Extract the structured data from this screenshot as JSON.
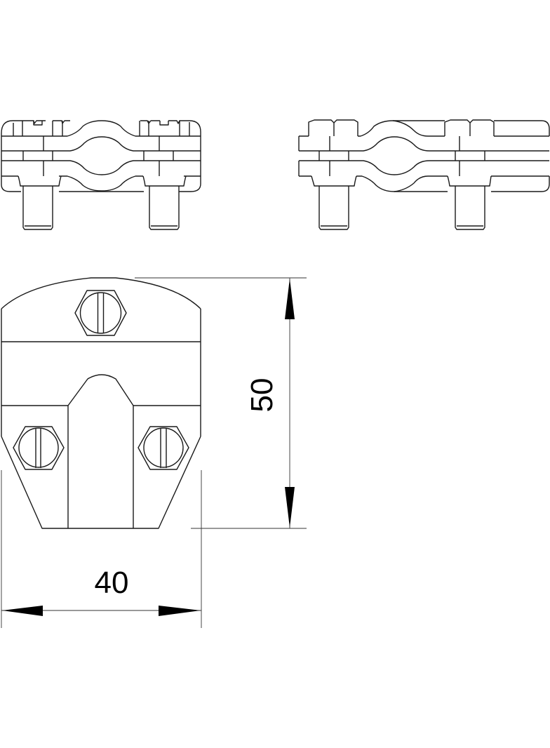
{
  "drawing": {
    "type": "technical-line-drawing",
    "subject": "cross connector clamp with slotted screws",
    "views": [
      {
        "name": "side-view-left",
        "fastener": "slotted-screw-head"
      },
      {
        "name": "side-view-right",
        "fastener": "hex-nut"
      },
      {
        "name": "top-view",
        "fasteners": 3
      }
    ],
    "dimensions": {
      "width": {
        "value": "40",
        "orientation": "horizontal"
      },
      "height": {
        "value": "50",
        "orientation": "vertical"
      }
    },
    "colors": {
      "line": "#1a1a1a",
      "background": "#ffffff"
    }
  }
}
